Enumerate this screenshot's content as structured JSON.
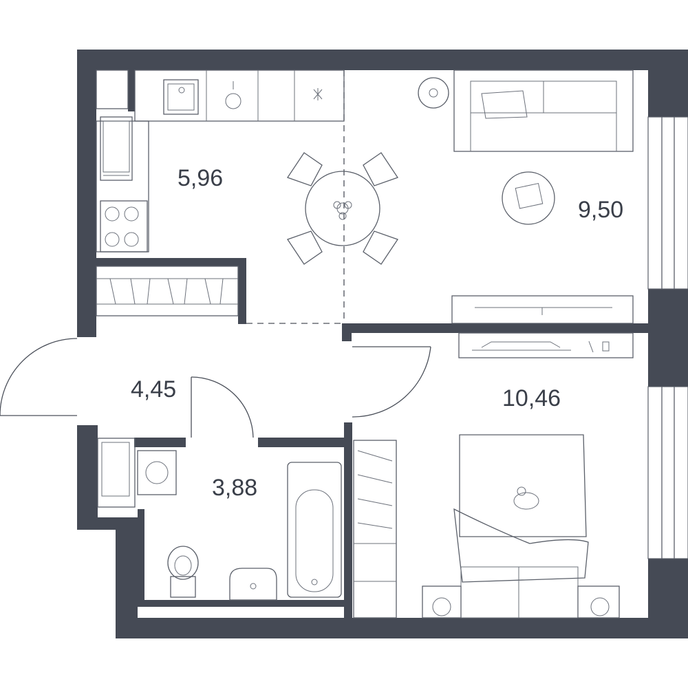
{
  "plan": {
    "rooms": [
      {
        "id": "kitchen",
        "area": "5,96"
      },
      {
        "id": "living",
        "area": "9,50"
      },
      {
        "id": "hallway",
        "area": "4,45"
      },
      {
        "id": "bedroom",
        "area": "10,46"
      },
      {
        "id": "bathroom",
        "area": "3,88"
      }
    ]
  },
  "colors": {
    "wall": "#454a55",
    "line": "#5a5f69",
    "background": "#ffffff"
  }
}
